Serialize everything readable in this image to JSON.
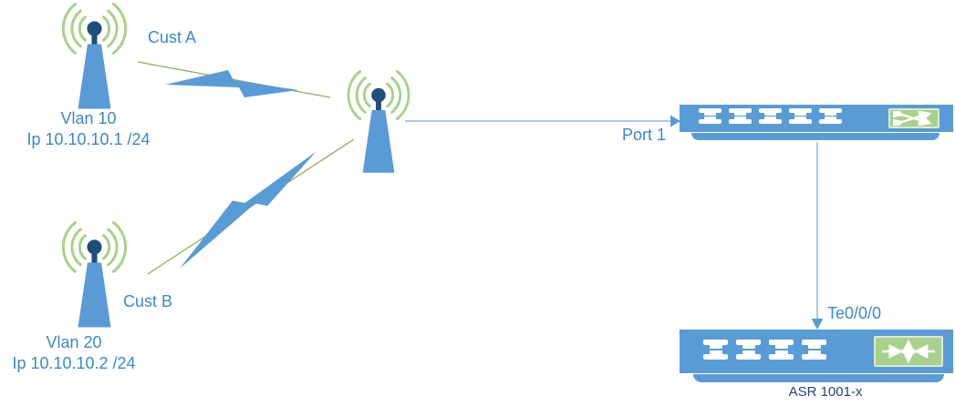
{
  "nodes": {
    "cust_a": {
      "label": "Cust A",
      "vlan": "Vlan 10",
      "ip": "Ip 10.10.10.1 /24"
    },
    "cust_b": {
      "label": "Cust B",
      "vlan": "Vlan 20",
      "ip": "Ip 10.10.10.2 /24"
    },
    "switch": {
      "port_label": "Port 1"
    },
    "router": {
      "label": "ASR 1001-x",
      "interface_label": "Te0/0/0"
    }
  },
  "colors": {
    "shape_blue": "#5B9BD5",
    "dark_navy": "#1F4E79",
    "arc_green": "#A9D18E",
    "icon_green": "#A9D18E",
    "link_green": "#8FAE5C",
    "connector_blue": "#94B3D8",
    "label_blue": "#4186C6",
    "router_label_navy": "#27476E"
  }
}
